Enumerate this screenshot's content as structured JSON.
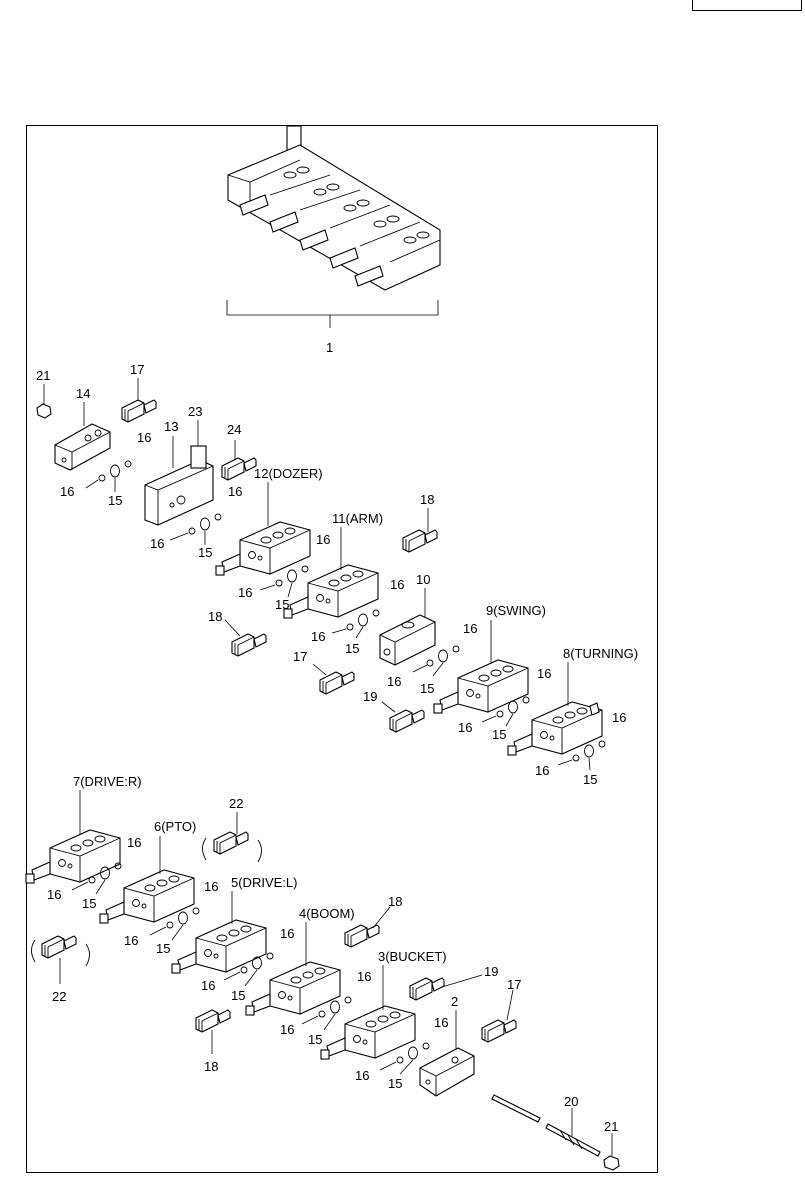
{
  "labels": {
    "l1": "1",
    "l2": "2",
    "l3": "3(BUCKET)",
    "l4": "4(BOOM)",
    "l5": "5(DRIVE:L)",
    "l6": "6(PTO)",
    "l7": "7(DRIVE:R)",
    "l8": "8(TURNING)",
    "l9": "9(SWING)",
    "l10": "10",
    "l11": "11(ARM)",
    "l12": "12(DOZER)",
    "l13": "13",
    "l14": "14",
    "l17": "17",
    "l18": "18",
    "l19": "19",
    "l20": "20",
    "l21": "21",
    "l22": "22",
    "l23": "23",
    "l24": "24",
    "l15": "15",
    "l16": "16"
  }
}
